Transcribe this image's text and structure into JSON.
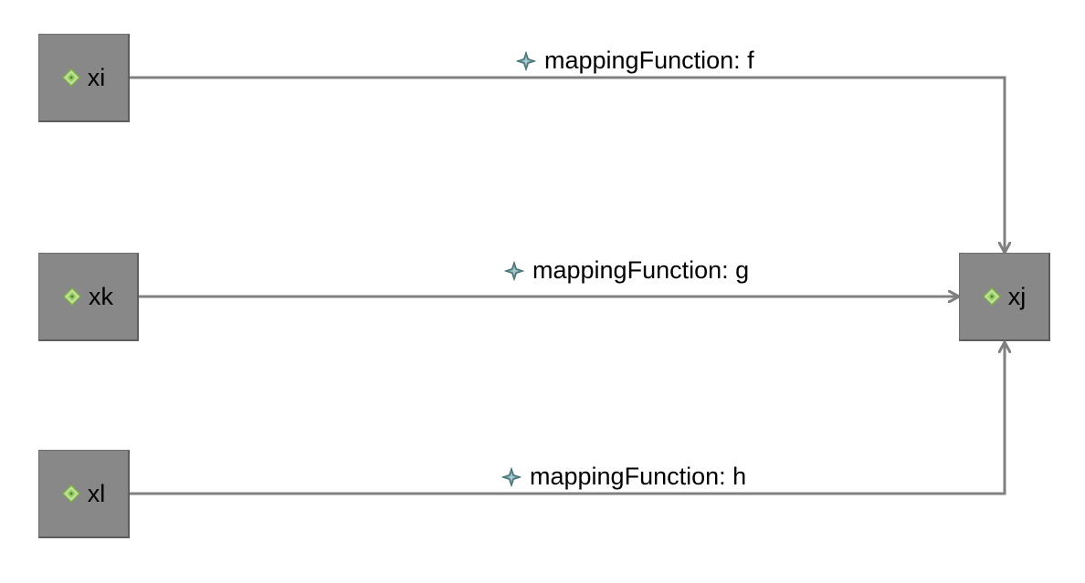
{
  "colors": {
    "node_fill": "#888888",
    "edge_stroke": "#808080",
    "node_icon_green": "#9ccc65",
    "edge_icon_teal": "#4f7f86"
  },
  "icons": {
    "node_icon": "green-diamond-element-icon",
    "edge_icon": "teal-four-point-star-icon"
  },
  "nodes": {
    "xi": "xi",
    "xk": "xk",
    "xl": "xl",
    "xj": "xj"
  },
  "edges": {
    "f": {
      "source": "xi",
      "target": "xj",
      "label": "mappingFunction: f"
    },
    "g": {
      "source": "xk",
      "target": "xj",
      "label": "mappingFunction: g"
    },
    "h": {
      "source": "xl",
      "target": "xj",
      "label": "mappingFunction: h"
    }
  }
}
